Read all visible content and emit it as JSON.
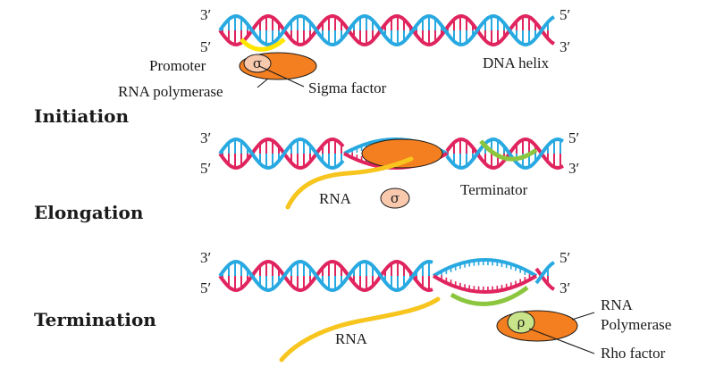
{
  "stages": {
    "initiation": "Initiation",
    "elongation": "Elongation",
    "termination": "Termination"
  },
  "labels": {
    "promoter": "Promoter",
    "rna_polymerase": "RNA polymerase",
    "sigma_factor": "Sigma factor",
    "dna_helix": "DNA helix",
    "rna_elongation": "RNA",
    "terminator": "Terminator",
    "rna_termination": "RNA",
    "rna_polymerase_line1": "RNA",
    "rna_polymerase_line2": "Polymerase",
    "rho_factor": "Rho factor"
  },
  "symbols": {
    "sigma": "σ",
    "rho": "ρ"
  },
  "strand_ends": {
    "three_prime": "3′",
    "five_prime": "5′"
  },
  "colors": {
    "strand_blue": "#29a9e1",
    "strand_red": "#e0245e",
    "promoter_yellow": "#ffe600",
    "terminator_green": "#8cc63f",
    "rna_yellow": "#f7c51e",
    "polymerase_orange": "#f47f20",
    "sigma_fill": "#f9c9ad",
    "rho_fill": "#c9e38a",
    "rung_red": "#e0245e",
    "rung_blue": "#29a9e1"
  }
}
